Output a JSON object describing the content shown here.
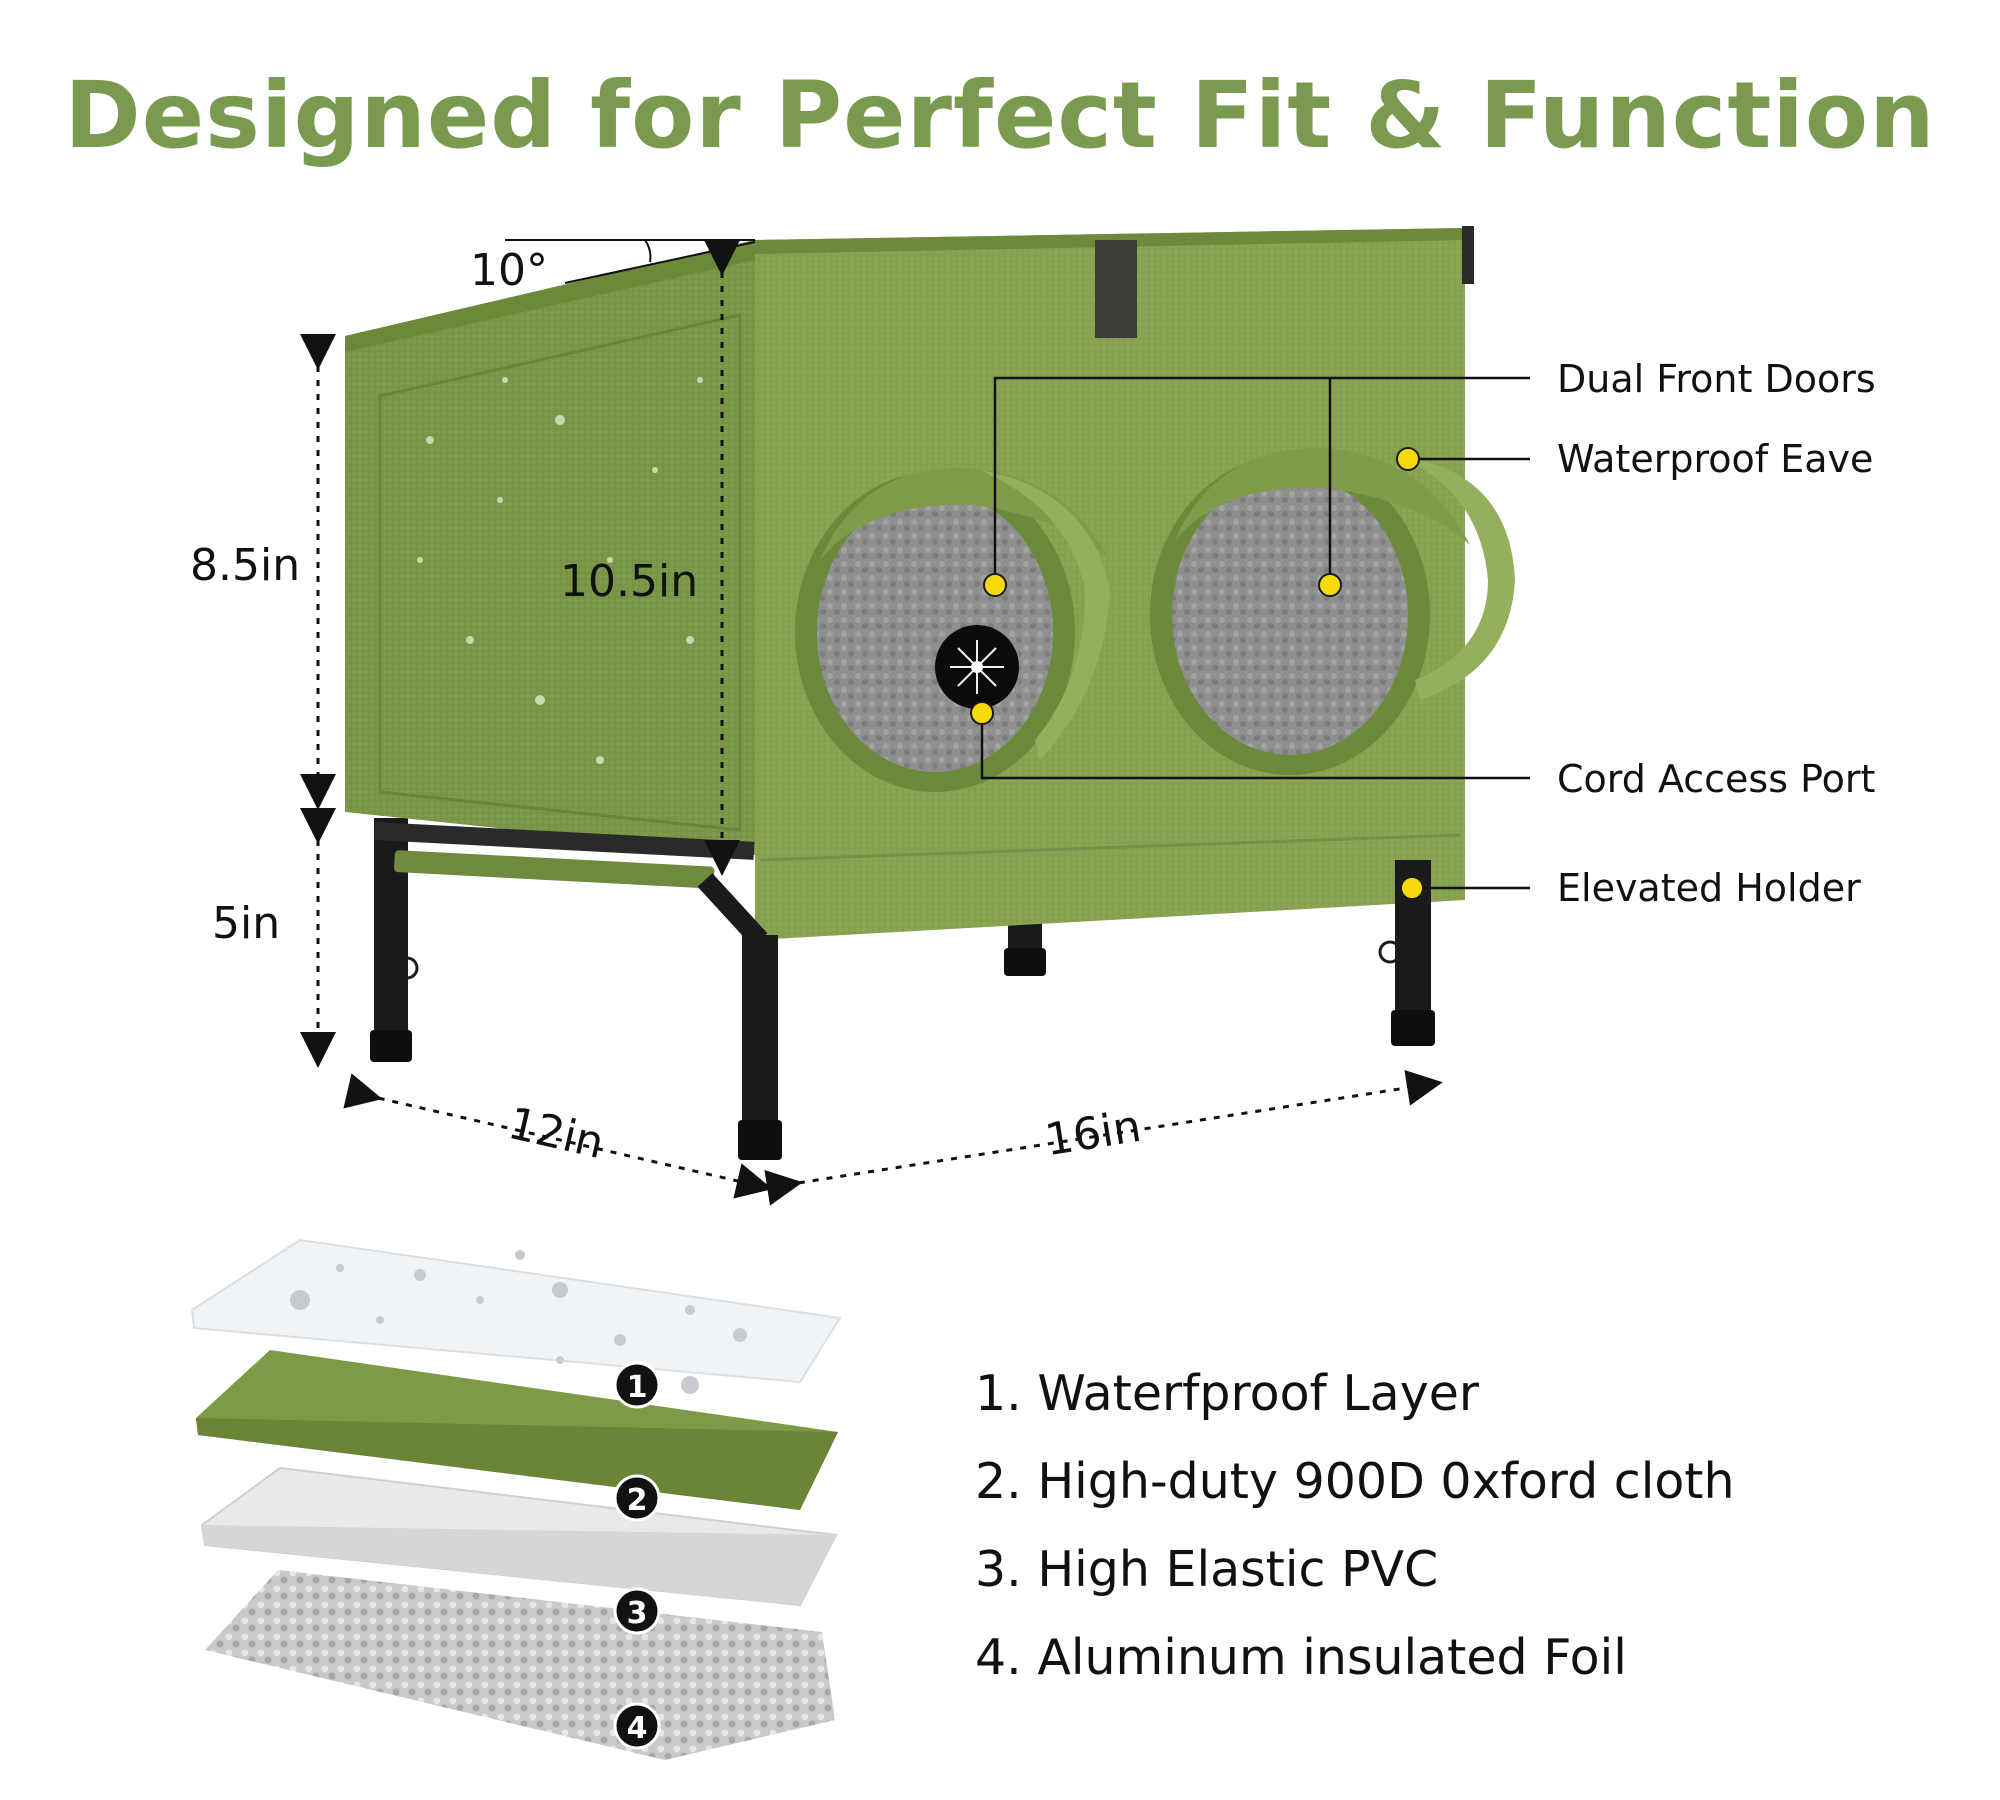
{
  "title": "Designed for Perfect Fit & Function",
  "colors": {
    "title": "#7a9a4f",
    "fabric": "#8aa553",
    "fabric_dark": "#6f8b3e",
    "callout_dot": "#f5d90a",
    "legs": "#151515"
  },
  "dimensions": {
    "roof_angle": "10°",
    "side_height": "8.5in",
    "front_height": "10.5in",
    "leg_height": "5in",
    "depth": "12in",
    "width": "16in"
  },
  "callouts": [
    {
      "label": "Dual Front Doors"
    },
    {
      "label": "Waterproof Eave"
    },
    {
      "label": "Cord Access Port"
    },
    {
      "label": "Elevated Holder"
    }
  ],
  "layers": [
    {
      "badge": "1",
      "label": "1. Waterfproof Layer"
    },
    {
      "badge": "2",
      "label": "2. High-duty 900D 0xford cloth"
    },
    {
      "badge": "3",
      "label": "3. High Elastic PVC"
    },
    {
      "badge": "4",
      "label": "4. Aluminum insulated Foil"
    }
  ],
  "icons": {
    "house": "cat-house-illustration",
    "layers": "material-layers-illustration"
  }
}
